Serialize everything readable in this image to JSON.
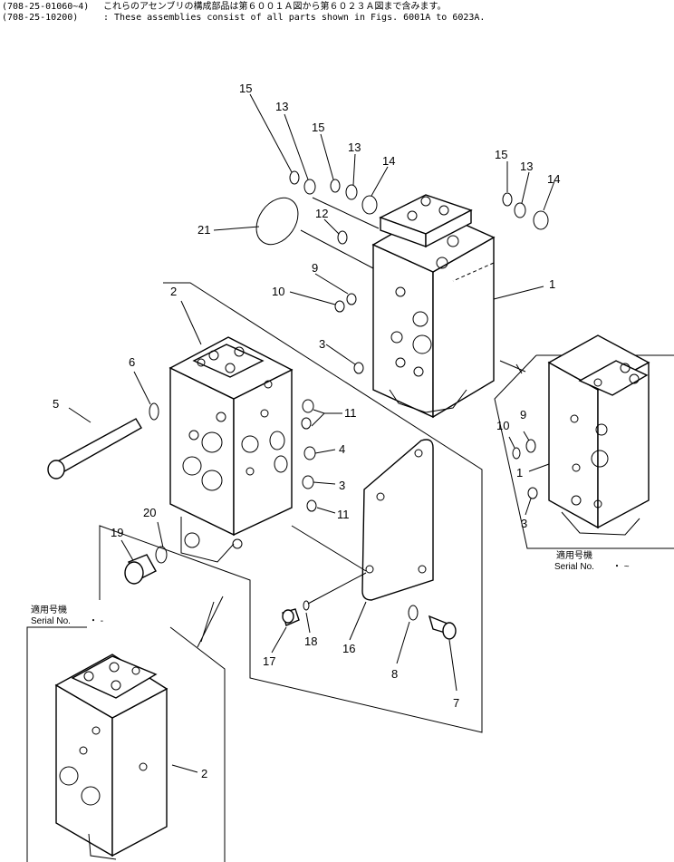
{
  "header": {
    "lines": [
      {
        "code": "(708-25-01060~4)",
        "text": "これらのアセンブリの構成部品は第６００１Ａ図から第６０２３Ａ図まで含みます。"
      },
      {
        "code": "(708-25-10200)",
        "text": ": These assemblies consist of all parts shown in Figs. 6001A to 6023A."
      }
    ]
  },
  "callouts": [
    "15",
    "13",
    "15",
    "13",
    "14",
    "15",
    "13",
    "14",
    "12",
    "21",
    "9",
    "10",
    "1",
    "2",
    "3",
    "6",
    "5",
    "11",
    "4",
    "3",
    "11",
    "10",
    "9",
    "1",
    "3",
    "20",
    "19",
    "17",
    "18",
    "16",
    "8",
    "7",
    "2"
  ],
  "inset_right": {
    "label_jp": "適用号機",
    "label_en": "Serial No.",
    "value": "・ ~"
  },
  "inset_left": {
    "label_jp": "適用号機",
    "label_en": "Serial No.",
    "value": "・ -"
  }
}
